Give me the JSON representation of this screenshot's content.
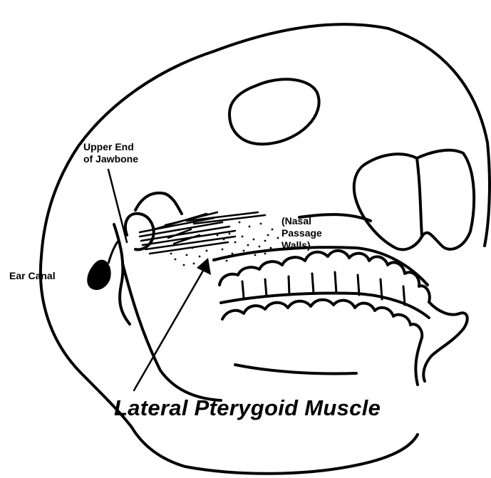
{
  "labels": {
    "upper_end_of_jawbone": [
      "Upper End",
      "of Jawbone"
    ],
    "nasal_passage_walls": [
      "(Nasal",
      "Passage",
      "Walls)"
    ],
    "ear_canal": "Ear Canal",
    "title": "Lateral Pterygoid Muscle"
  },
  "colors": {
    "ink": "#000000",
    "background": "#ffffff"
  }
}
